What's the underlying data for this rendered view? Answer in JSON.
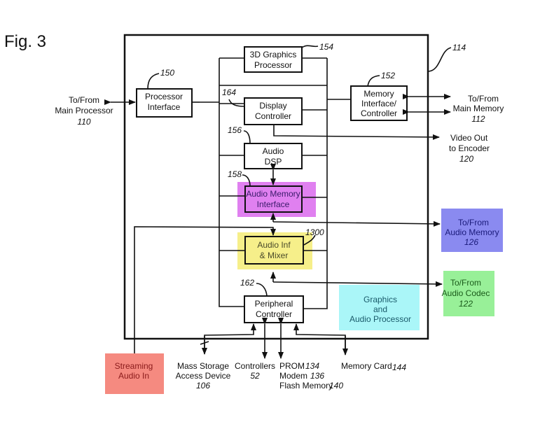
{
  "figure": {
    "title": "Fig. 3",
    "outer_block_ref": "114"
  },
  "blocks": {
    "graphics_3d": {
      "lines": [
        "3D Graphics",
        "Processor"
      ],
      "ref": "154"
    },
    "processor_interface": {
      "lines": [
        "Processor",
        "Interface"
      ],
      "ref": "150"
    },
    "display_controller": {
      "lines": [
        "Display",
        "Controller"
      ],
      "ref": "164"
    },
    "memory_interface": {
      "lines": [
        "Memory",
        "Interface/",
        "Controller"
      ],
      "ref": "152"
    },
    "audio_dsp": {
      "lines": [
        "Audio",
        "DSP"
      ],
      "ref": "156"
    },
    "audio_memory_interface": {
      "lines": [
        "Audio Memory",
        "Interface"
      ],
      "ref": "158",
      "highlight": "#e080f0",
      "text_color": "#3a1a6a"
    },
    "audio_mixer": {
      "lines": [
        "Audio Inf",
        "& Mixer"
      ],
      "ref": "1300",
      "highlight": "#f6ef8a",
      "text_color": "#4a4a2a"
    },
    "peripheral_controller": {
      "lines": [
        "Peripheral",
        "Controller"
      ],
      "ref": "162"
    }
  },
  "external": {
    "main_processor": {
      "lines": [
        "To/From",
        "Main Processor"
      ],
      "ref": "110"
    },
    "main_memory": {
      "lines": [
        "To/From",
        "Main Memory"
      ],
      "ref": "112"
    },
    "video_out": {
      "lines": [
        "Video Out",
        "to Encoder"
      ],
      "ref": "120"
    },
    "audio_memory": {
      "lines": [
        "To/From",
        "Audio Memory"
      ],
      "ref": "126",
      "color": "#8a8af0",
      "text_color": "#1a1a7a"
    },
    "audio_codec": {
      "lines": [
        "To/From",
        "Audio Codec"
      ],
      "ref": "122",
      "color": "#98f098",
      "text_color": "#1a5a1a"
    },
    "streaming_audio": {
      "lines": [
        "Streaming",
        "Audio In"
      ],
      "color": "#f58a80",
      "text_color": "#8a1a1a"
    },
    "graphics_audio_processor": {
      "lines": [
        "Graphics",
        "and",
        "Audio Processor"
      ],
      "color": "#aaf6f8",
      "text_color": "#1a5a6a"
    },
    "mass_storage": {
      "lines": [
        "Mass Storage",
        "Access Device"
      ],
      "ref": "106"
    },
    "controllers": {
      "lines": [
        "Controllers"
      ],
      "ref": "52"
    },
    "prom_group": {
      "lines": [
        "PROM",
        "Modem",
        "Flash Memory"
      ],
      "refs": [
        "134",
        "136",
        "140"
      ]
    },
    "memory_card": {
      "label": "Memory Card",
      "ref": "144"
    }
  }
}
